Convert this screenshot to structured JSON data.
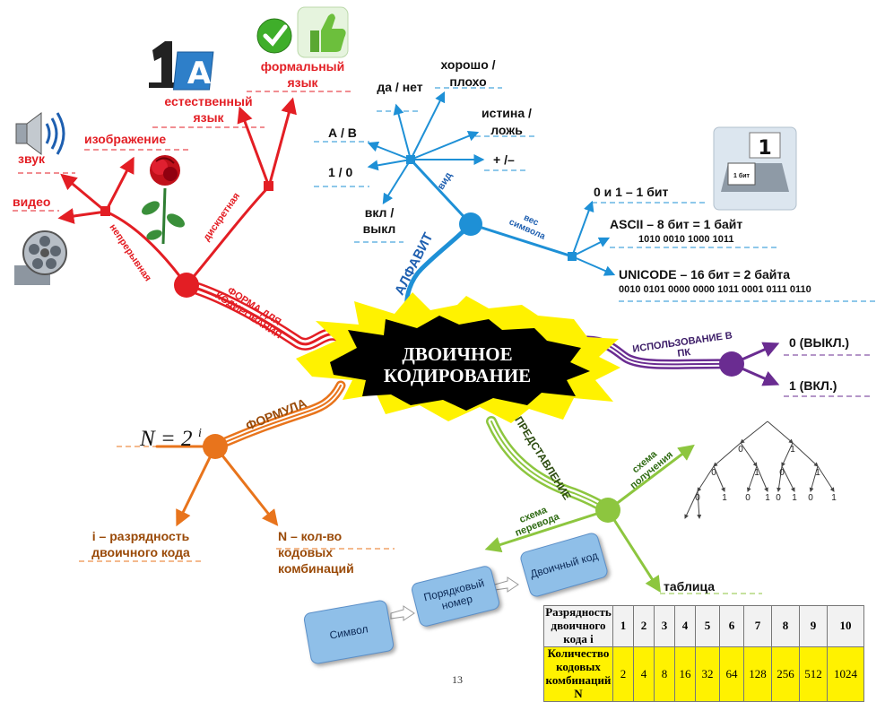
{
  "center": {
    "line1": "ДВОИЧНОЕ",
    "line2": "КОДИРОВАНИЕ"
  },
  "branches": {
    "form": {
      "label": "ФОРМА ДЛЯ КОДИРОВАНИЯ",
      "continuous": "непрерывная",
      "discrete": "дискретная",
      "items": {
        "sound": "звук",
        "image": "изображение",
        "video": "видео",
        "natural": "естественный язык",
        "formal": "формальный язык"
      }
    },
    "alphabet": {
      "label": "АЛФАВИТ",
      "kind_label": "вид",
      "kinds": {
        "ab": "А / В",
        "yesno": "да / нет",
        "goodbad": "хорошо / плохо",
        "truefalse": "истина / ложь",
        "plusminus": "+ /–",
        "onezero": "1 / 0",
        "onoff": "вкл / выкл"
      },
      "weight_label": "вес символа",
      "weights": {
        "w1": "0 и 1 – 1 бит",
        "w2": "ASCII – 8 бит = 1 байт",
        "w2code": "1010 0010 1000 1011",
        "w3": "UNICODE – 16 бит = 2 байта",
        "w3code": "0010 0101 0000 0000 1011 0001 0111 0110"
      }
    },
    "usage": {
      "label": "ИСПОЛЬЗОВАНИЕ В ПК",
      "off": "0 (ВЫКЛ.)",
      "on": "1 (ВКЛ.)"
    },
    "formula": {
      "label": "ФОРМУЛА",
      "i_desc": "i – разрядность двоичного кода",
      "n_desc": "N – кол-во кодовых комбинаций"
    },
    "representation": {
      "label": "ПРЕДСТАВЛЕНИЕ",
      "translation": "схема перевода",
      "obtaining": "схема получения",
      "table_label": "таблица",
      "boxes": {
        "symbol": "Символ",
        "ordinal": "Порядковый номер",
        "binary": "Двоичный код"
      }
    }
  },
  "scale_badge": {
    "big": "1",
    "small": "1 бит"
  },
  "tree": {
    "leaves": [
      "0",
      "1",
      "0",
      "1",
      "0",
      "1",
      "0",
      "1",
      "0",
      "1",
      "0",
      "1",
      "0",
      "1"
    ]
  },
  "table": {
    "row1_header": "Разрядность двоичного кода i",
    "row2_header": "Количество кодовых комбинаций N",
    "i": [
      "1",
      "2",
      "3",
      "4",
      "5",
      "6",
      "7",
      "8",
      "9",
      "10"
    ],
    "n": [
      "2",
      "4",
      "8",
      "16",
      "32",
      "64",
      "128",
      "256",
      "512",
      "1024"
    ]
  },
  "page_number": "13",
  "colors": {
    "red": "#e31e24",
    "blue": "#1e90d6",
    "purple": "#6a2c91",
    "orange": "#e8741c",
    "green": "#8dc63f",
    "yellow": "#fff200"
  }
}
